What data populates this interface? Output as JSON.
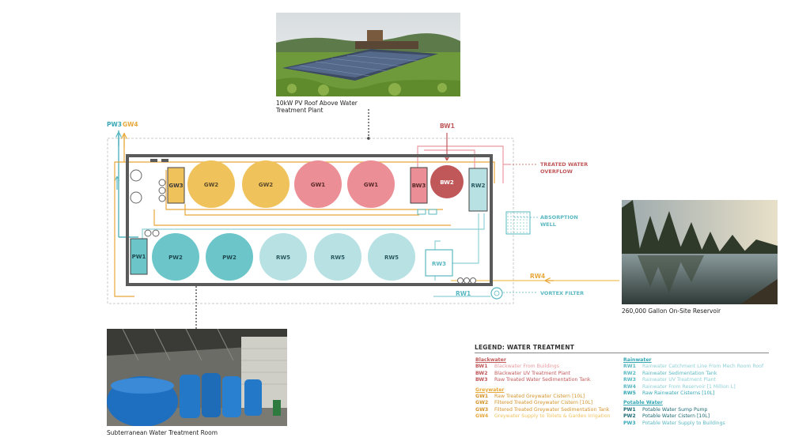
{
  "colors": {
    "blackwater": "#c0585a",
    "blackwater_light": "#e89aa0",
    "greywater": "#e8a83a",
    "greywater_light": "#f0c25c",
    "rainwater": "#5ab8c2",
    "rainwater_light": "#b7e1e3",
    "potable": "#35a7b5",
    "potable_light": "#6cc6c9",
    "frame": "#5a5a5a"
  },
  "photos": {
    "roof": {
      "caption": "10kW PV Roof Above Water Treatment Plant"
    },
    "reservoir": {
      "caption": "260,000 Gallon On-Site Reservoir"
    },
    "room": {
      "caption": "Subterranean Water Treatment Room"
    }
  },
  "diagram": {
    "top_labels": {
      "pw3": "PW3",
      "gw4": "GW4",
      "bw1": "BW1"
    },
    "right_labels": {
      "overflow_line1": "TREATED WATER",
      "overflow_line2": "OVERFLOW",
      "absorption_line1": "ABSORPTION",
      "absorption_line2": "WELL",
      "rw4": "RW4",
      "rw1": "RW1",
      "vortex": "VORTEX FILTER"
    },
    "tanks_top": [
      {
        "id": "GW3"
      },
      {
        "id": "GW2"
      },
      {
        "id": "GW2"
      },
      {
        "id": "GW1"
      },
      {
        "id": "GW1"
      },
      {
        "id": "BW3"
      },
      {
        "id": "BW2"
      },
      {
        "id": "RW2"
      }
    ],
    "tanks_bottom": [
      {
        "id": "PW1"
      },
      {
        "id": "PW2"
      },
      {
        "id": "PW2"
      },
      {
        "id": "RW5"
      },
      {
        "id": "RW5"
      },
      {
        "id": "RW5"
      },
      {
        "id": "RW3"
      }
    ]
  },
  "legend": {
    "title": "LEGEND: WATER TREATMENT",
    "blackwater": {
      "heading": "Blackwater",
      "items": [
        {
          "code": "BW1",
          "label": "Blackwater From Buildings"
        },
        {
          "code": "BW2",
          "label": "Blackwater UV Treatment Plant"
        },
        {
          "code": "BW3",
          "label": "Raw Treated Water Sedimentation Tank"
        }
      ]
    },
    "greywater": {
      "heading": "Greywater",
      "items": [
        {
          "code": "GW1",
          "label": "Raw Treated Greywater Cistern [10L]"
        },
        {
          "code": "GW2",
          "label": "Filtered Treated Greywater Cistern [10L]"
        },
        {
          "code": "GW3",
          "label": "Filtered Treated Greywater Sedimentation Tank"
        },
        {
          "code": "GW4",
          "label": "Greywater Supply to Toilets & Garden Irrigation"
        }
      ]
    },
    "rainwater": {
      "heading": "Rainwater",
      "items": [
        {
          "code": "RW1",
          "label": "Rainwater Catchment Line From Mech Room Roof"
        },
        {
          "code": "RW2",
          "label": "Rainwater Sedimentation Tank"
        },
        {
          "code": "RW3",
          "label": "Rainwater UV Treatment Plant"
        },
        {
          "code": "RW4",
          "label": "Rainwater From Reservoir [1 Million L]"
        },
        {
          "code": "RW5",
          "label": "Raw Rainwater Cisterns [10L]"
        }
      ]
    },
    "potable": {
      "heading": "Potable Water",
      "items": [
        {
          "code": "PW1",
          "label": "Potable Water Sump Pump"
        },
        {
          "code": "PW2",
          "label": "Potable Water Cistern [10L]"
        },
        {
          "code": "PW3",
          "label": "Potable Water Supply to Buildings"
        }
      ]
    }
  }
}
